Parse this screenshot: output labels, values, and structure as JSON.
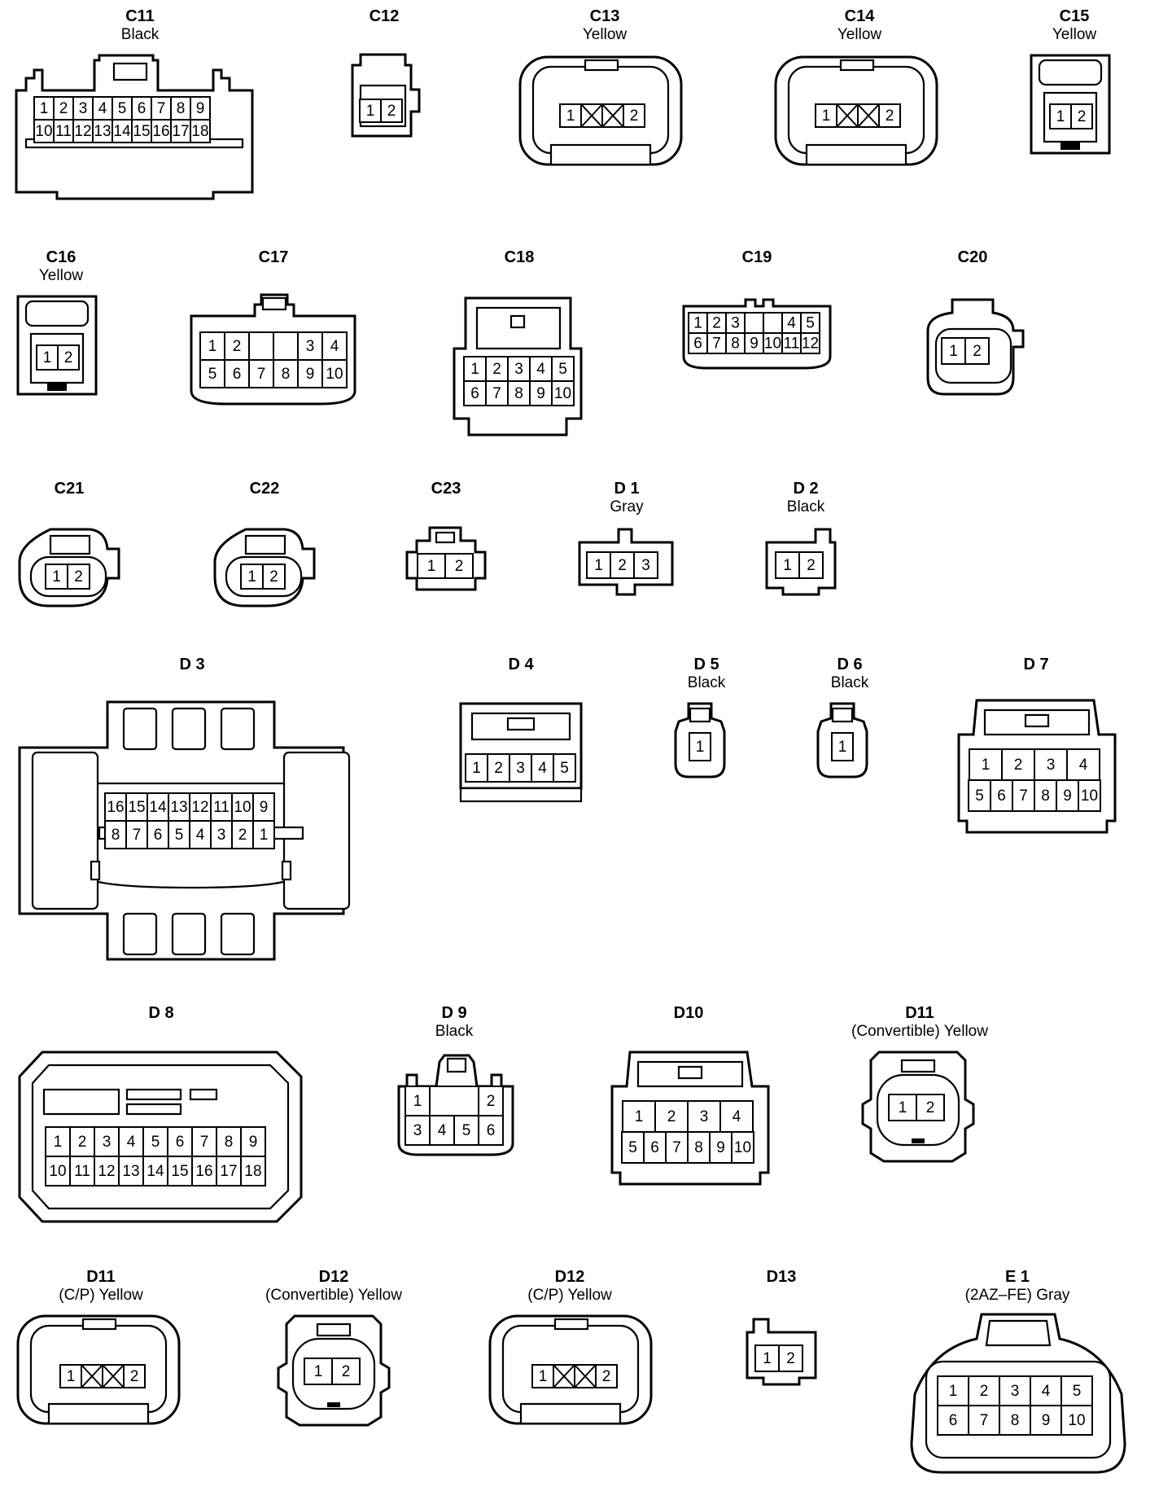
{
  "connectors": [
    {
      "id": "C11",
      "sub": "Black",
      "rows": [
        [
          "1",
          "2",
          "3",
          "4",
          "5",
          "6",
          "7",
          "8",
          "9"
        ],
        [
          "10",
          "11",
          "12",
          "13",
          "14",
          "15",
          "16",
          "17",
          "18"
        ]
      ]
    },
    {
      "id": "C12",
      "sub": "",
      "rows": [
        [
          "1",
          "2"
        ]
      ]
    },
    {
      "id": "C13",
      "sub": "Yellow",
      "rows": [
        [
          "1",
          "X",
          "X",
          "2"
        ]
      ]
    },
    {
      "id": "C14",
      "sub": "Yellow",
      "rows": [
        [
          "1",
          "X",
          "X",
          "2"
        ]
      ]
    },
    {
      "id": "C15",
      "sub": "Yellow",
      "rows": [
        [
          "1",
          "2"
        ]
      ]
    },
    {
      "id": "C16",
      "sub": "Yellow",
      "rows": [
        [
          "1",
          "2"
        ]
      ]
    },
    {
      "id": "C17",
      "sub": "",
      "rows": [
        [
          "1",
          "2",
          "",
          "",
          "3",
          "4"
        ],
        [
          "5",
          "6",
          "7",
          "8",
          "9",
          "10"
        ]
      ]
    },
    {
      "id": "C18",
      "sub": "",
      "rows": [
        [
          "1",
          "2",
          "3",
          "4",
          "5"
        ],
        [
          "6",
          "7",
          "8",
          "9",
          "10"
        ]
      ]
    },
    {
      "id": "C19",
      "sub": "",
      "rows": [
        [
          "1",
          "2",
          "3",
          "",
          "",
          "4",
          "5"
        ],
        [
          "6",
          "7",
          "8",
          "9",
          "10",
          "11",
          "12"
        ]
      ]
    },
    {
      "id": "C20",
      "sub": "",
      "rows": [
        [
          "1",
          "2"
        ]
      ]
    },
    {
      "id": "C21",
      "sub": "",
      "rows": [
        [
          "1",
          "2"
        ]
      ]
    },
    {
      "id": "C22",
      "sub": "",
      "rows": [
        [
          "1",
          "2"
        ]
      ]
    },
    {
      "id": "C23",
      "sub": "",
      "rows": [
        [
          "1",
          "2"
        ]
      ]
    },
    {
      "id": "D 1",
      "sub": "Gray",
      "rows": [
        [
          "1",
          "2",
          "3"
        ]
      ]
    },
    {
      "id": "D 2",
      "sub": "Black",
      "rows": [
        [
          "1",
          "2"
        ]
      ]
    },
    {
      "id": "D 3",
      "sub": "",
      "rows": [
        [
          "16",
          "15",
          "14",
          "13",
          "12",
          "11",
          "10",
          "9"
        ],
        [
          "8",
          "7",
          "6",
          "5",
          "4",
          "3",
          "2",
          "1"
        ]
      ]
    },
    {
      "id": "D 4",
      "sub": "",
      "rows": [
        [
          "1",
          "2",
          "3",
          "4",
          "5"
        ]
      ]
    },
    {
      "id": "D 5",
      "sub": "Black",
      "rows": [
        [
          "1"
        ]
      ]
    },
    {
      "id": "D 6",
      "sub": "Black",
      "rows": [
        [
          "1"
        ]
      ]
    },
    {
      "id": "D 7",
      "sub": "",
      "rows": [
        [
          "1",
          "2",
          "3",
          "4"
        ],
        [
          "5",
          "6",
          "7",
          "8",
          "9",
          "10"
        ]
      ]
    },
    {
      "id": "D 8",
      "sub": "",
      "rows": [
        [
          "1",
          "2",
          "3",
          "4",
          "5",
          "6",
          "7",
          "8",
          "9"
        ],
        [
          "10",
          "11",
          "12",
          "13",
          "14",
          "15",
          "16",
          "17",
          "18"
        ]
      ]
    },
    {
      "id": "D 9",
      "sub": "Black",
      "rows": [
        [
          "1",
          "",
          "2"
        ],
        [
          "3",
          "4",
          "5",
          "6"
        ]
      ]
    },
    {
      "id": "D10",
      "sub": "",
      "rows": [
        [
          "1",
          "2",
          "3",
          "4"
        ],
        [
          "5",
          "6",
          "7",
          "8",
          "9",
          "10"
        ]
      ]
    },
    {
      "id": "D11",
      "sub": "(Convertible)  Yellow",
      "rows": [
        [
          "1",
          "2"
        ]
      ]
    },
    {
      "id": "D11",
      "sub": "(C/P)  Yellow",
      "rows": [
        [
          "1",
          "X",
          "X",
          "2"
        ]
      ]
    },
    {
      "id": "D12",
      "sub": "(Convertible)  Yellow",
      "rows": [
        [
          "1",
          "2"
        ]
      ]
    },
    {
      "id": "D12",
      "sub": "(C/P)  Yellow",
      "rows": [
        [
          "1",
          "X",
          "X",
          "2"
        ]
      ]
    },
    {
      "id": "D13",
      "sub": "",
      "rows": [
        [
          "1",
          "2"
        ]
      ]
    },
    {
      "id": "E 1",
      "sub": "(2AZ–FE)  Gray",
      "rows": [
        [
          "1",
          "2",
          "3",
          "4",
          "5"
        ],
        [
          "6",
          "7",
          "8",
          "9",
          "10"
        ]
      ]
    }
  ]
}
